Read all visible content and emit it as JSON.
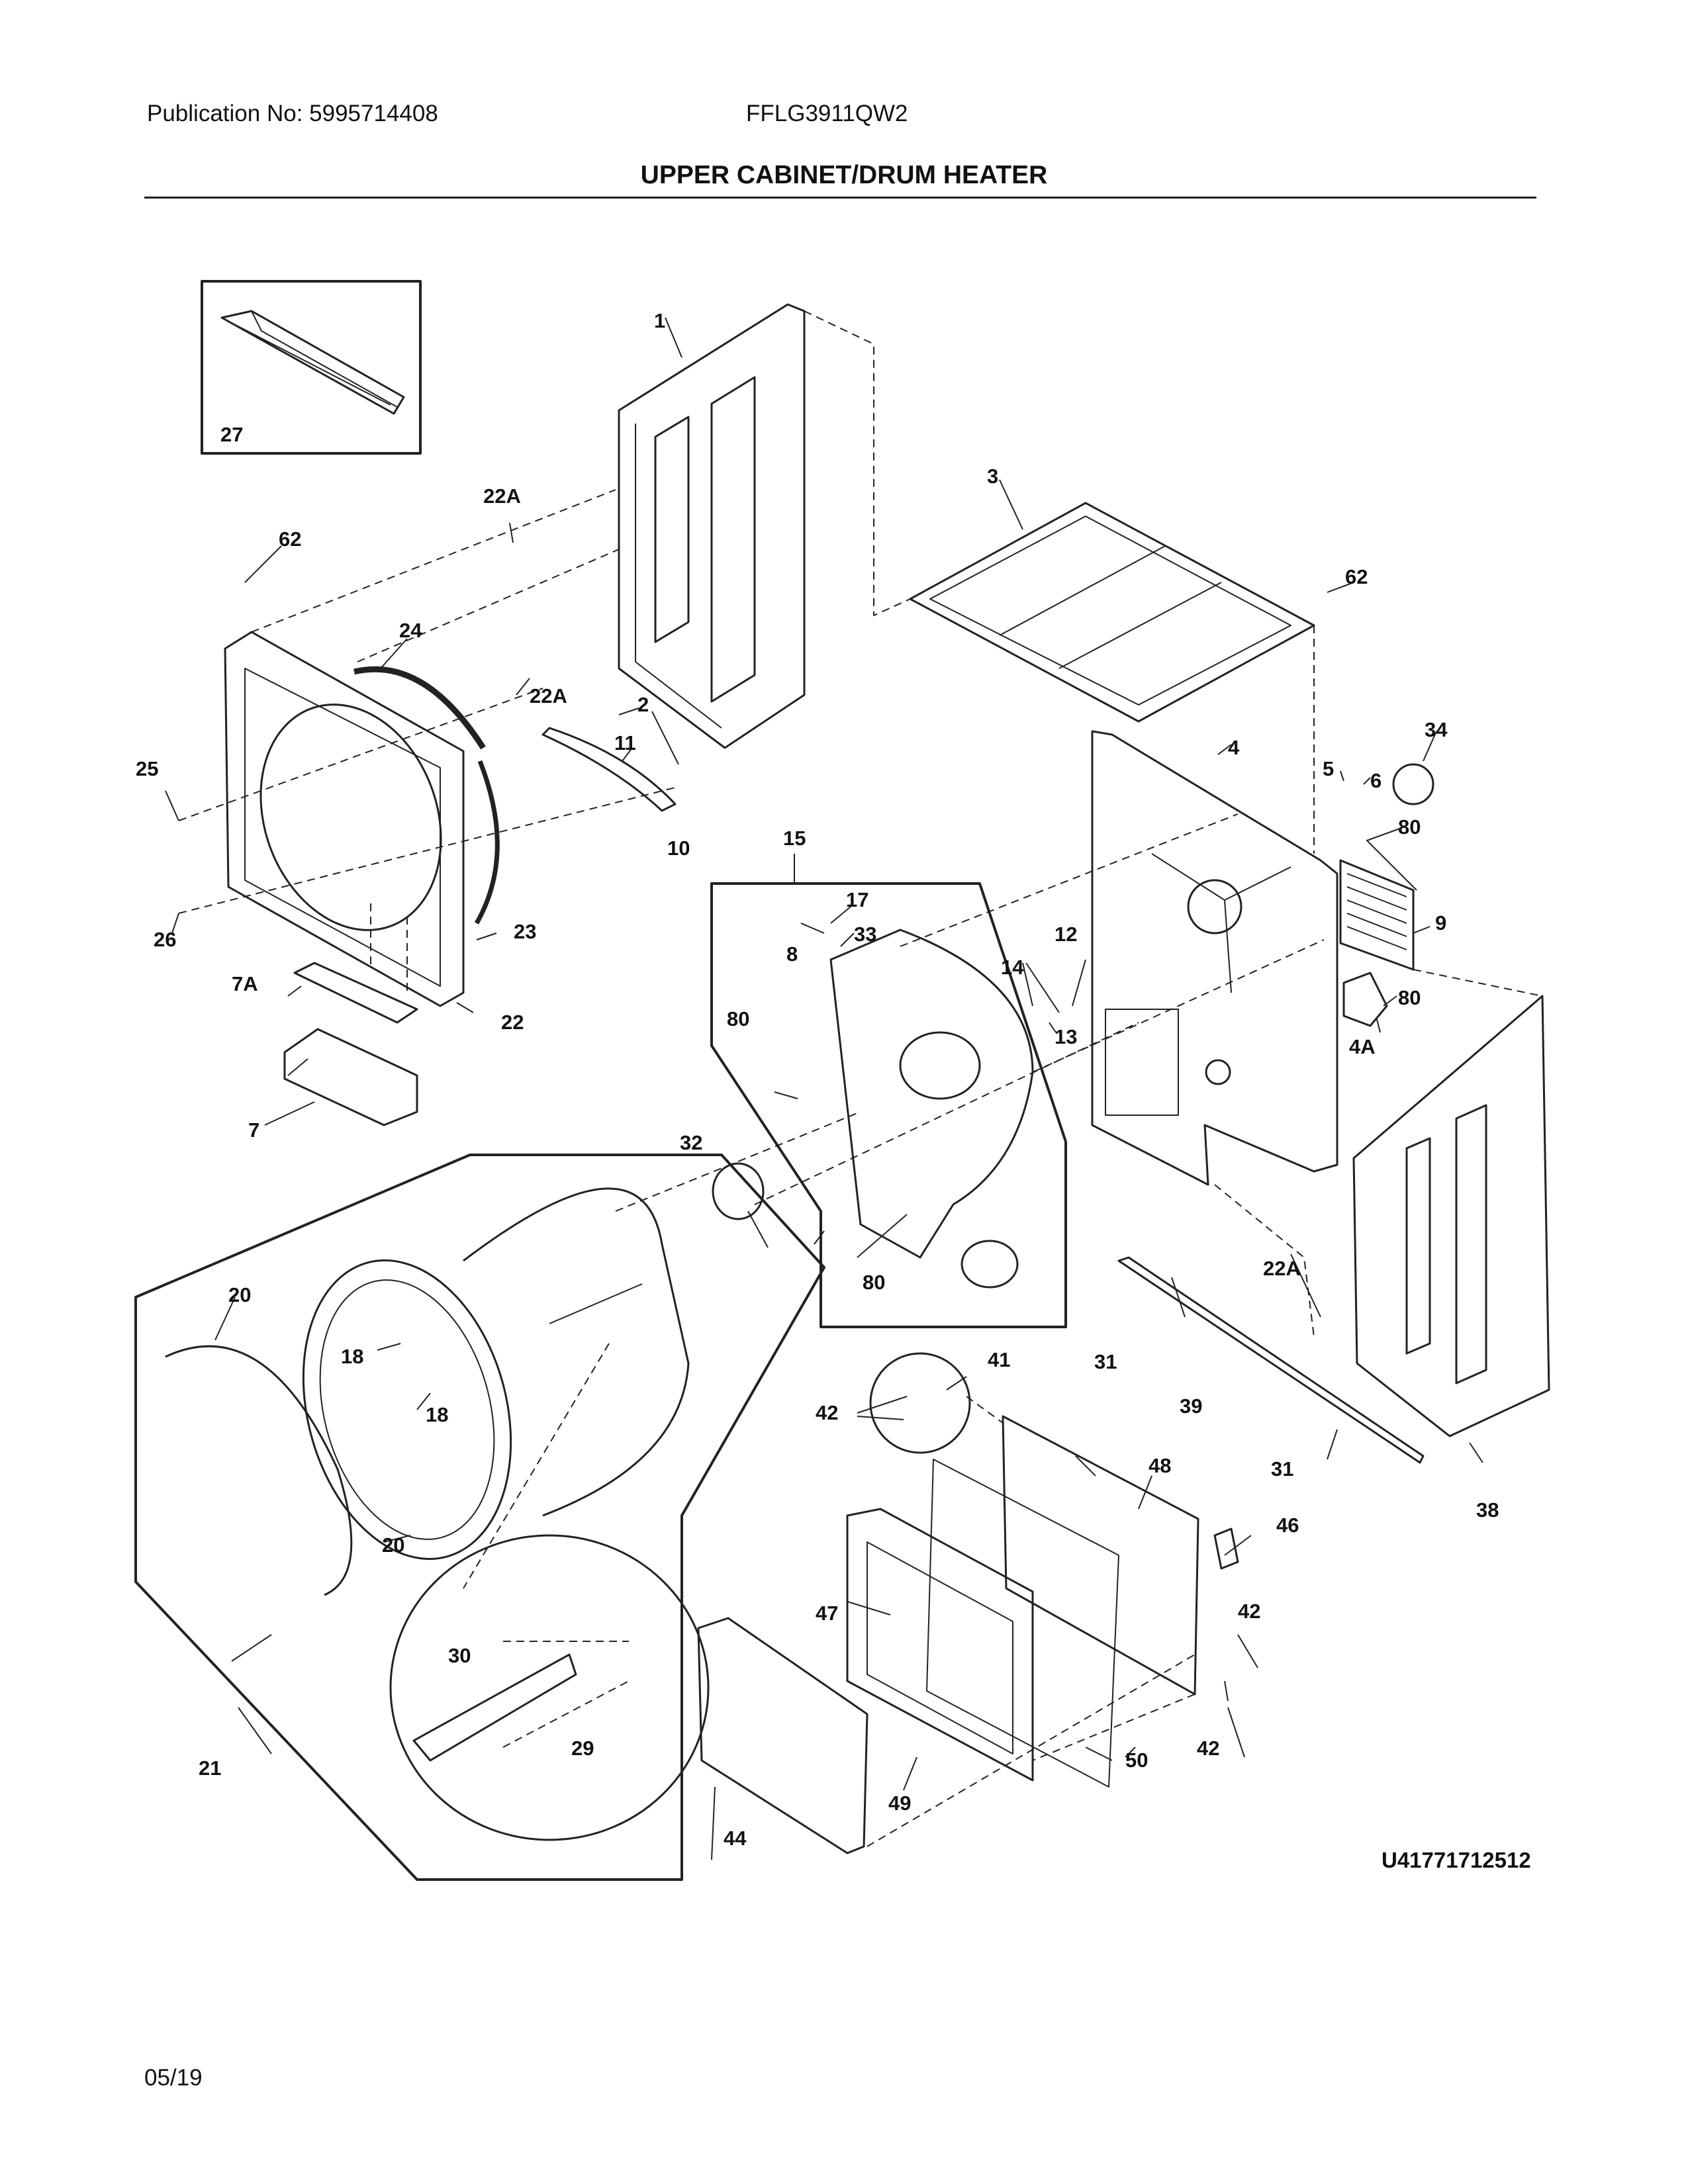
{
  "header": {
    "publication": "Publication No: 5995714408",
    "model": "FFLG3911QW2",
    "title": "UPPER CABINET/DRUM HEATER"
  },
  "diagram": {
    "labels": {
      "p27": "27",
      "p1": "1",
      "p22A_a": "22A",
      "p62_a": "62",
      "p3": "3",
      "p62_b": "62",
      "p24": "24",
      "p22A_b": "22A",
      "p2": "2",
      "p11": "11",
      "p25": "25",
      "p10": "10",
      "p4": "4",
      "p34": "34",
      "p5": "5",
      "p6": "6",
      "p80_a": "80",
      "p15": "15",
      "p17": "17",
      "p33": "33",
      "p8": "8",
      "p26": "26",
      "p23": "23",
      "p12": "12",
      "p14": "14",
      "p9": "9",
      "p7A": "7A",
      "p22": "22",
      "p80_b": "80",
      "p80_c": "80",
      "p13": "13",
      "p4A": "4A",
      "p7": "7",
      "p32": "32",
      "p80_d": "80",
      "p22A_c": "22A",
      "p20_a": "20",
      "p18_a": "18",
      "p31_a": "31",
      "p18_b": "18",
      "p41": "41",
      "p39": "39",
      "p42_a": "42",
      "p48": "48",
      "p31_b": "31",
      "p38": "38",
      "p20_b": "20",
      "p46": "46",
      "p42_b": "42",
      "p47": "47",
      "p30": "30",
      "p29": "29",
      "p21": "21",
      "p50": "50",
      "p42_c": "42",
      "p49": "49",
      "p44": "44"
    }
  },
  "footer": {
    "code": "U41771712512",
    "date": "05/19"
  }
}
